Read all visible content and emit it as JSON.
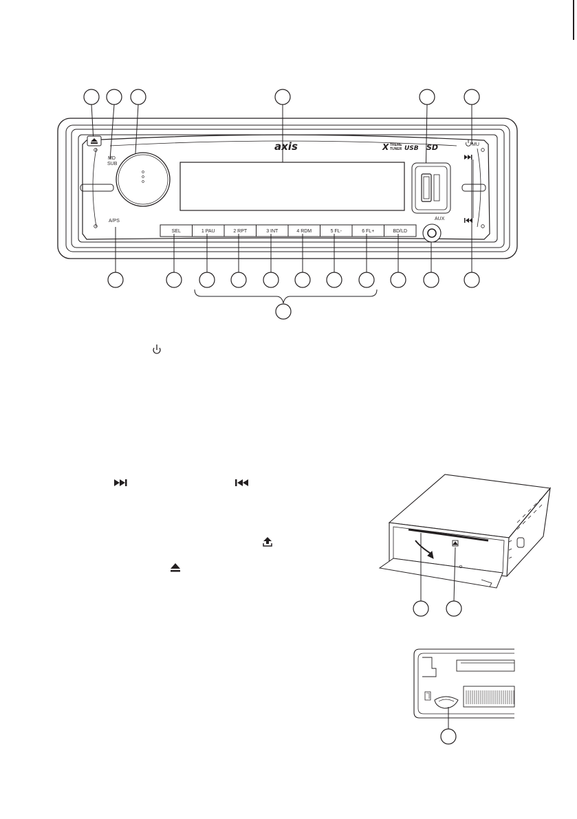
{
  "radio": {
    "brand": "axis",
    "logos": {
      "xtreme": "XTREME TUNER",
      "usb": "USB",
      "sd": "SD"
    },
    "labels": {
      "md_sub_1": "MD",
      "md_sub_2": "SUB",
      "aps": "A/PS",
      "power_mu": "MU",
      "aux": "AUX"
    },
    "preset_buttons": [
      "SEL",
      "1 PAU",
      "2 RPT",
      "3 INT",
      "4 RDM",
      "5 FL-",
      "6 FL+",
      "BD/LD"
    ],
    "icons": [
      "eject-icon",
      "power-icon",
      "next-track-icon",
      "prev-track-icon"
    ]
  },
  "inline_icons": {
    "power": "power-icon",
    "next": "next-track-icon",
    "prev": "prev-track-icon",
    "release": "release-icon",
    "eject": "eject-icon"
  }
}
